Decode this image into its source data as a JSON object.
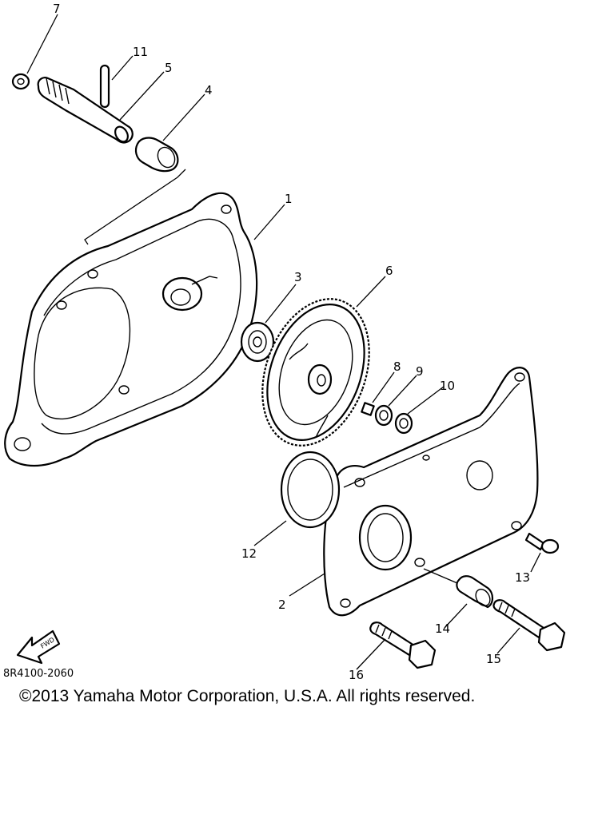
{
  "diagram": {
    "drawing_code": "8R4100-2060",
    "fwd_label": "FWD",
    "copyright": "©2013 Yamaha Motor Corporation, U.S.A. All rights reserved."
  },
  "callouts": {
    "p1": "1",
    "p2": "2",
    "p3": "3",
    "p4": "4",
    "p5": "5",
    "p6": "6",
    "p7": "7",
    "p8": "8",
    "p9": "9",
    "p10": "10",
    "p11": "11",
    "p12": "12",
    "p13": "13",
    "p14": "14",
    "p15": "15",
    "p16": "16"
  }
}
